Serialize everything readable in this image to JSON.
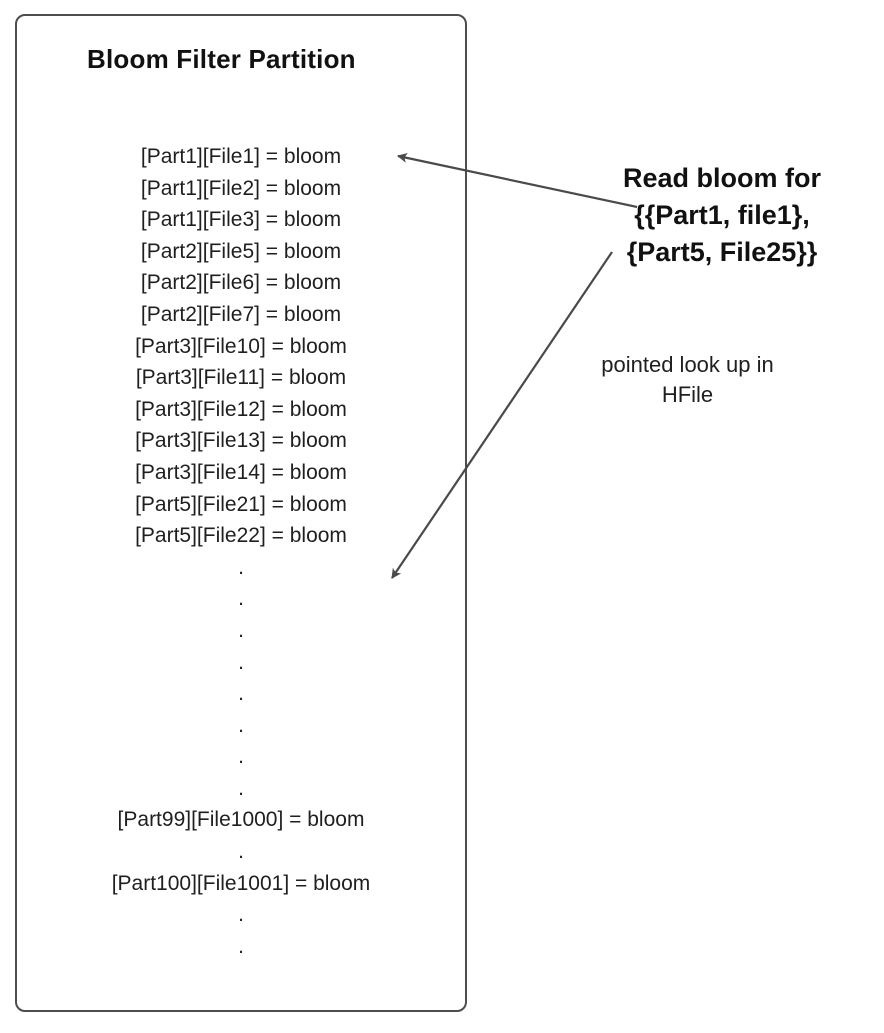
{
  "diagram": {
    "title": "Bloom Filter Partition",
    "lines": [
      "[Part1][File1] = bloom",
      "[Part1][File2] = bloom",
      "[Part1][File3] = bloom",
      "[Part2][File5] = bloom",
      "[Part2][File6] = bloom",
      "[Part2][File7] = bloom",
      "[Part3][File10] = bloom",
      "[Part3][File11] = bloom",
      "[Part3][File12] = bloom",
      "[Part3][File13] = bloom",
      "[Part3][File14] = bloom",
      "[Part5][File21] = bloom",
      "[Part5][File22] = bloom",
      ".",
      ".",
      ".",
      ".",
      ".",
      ".",
      ".",
      ".",
      "[Part99][File1000] = bloom",
      ".",
      "[Part100][File1001] = bloom",
      ".",
      "."
    ],
    "annotations": {
      "read_bloom": "Read bloom for\n{{Part1, file1},\n{Part5, File25}}",
      "pointed_lookup": "pointed look up in\nHFile"
    },
    "colors": {
      "border": "#4d4d4d",
      "arrow": "#4a4a4a",
      "text": "#1f1f1f"
    }
  }
}
